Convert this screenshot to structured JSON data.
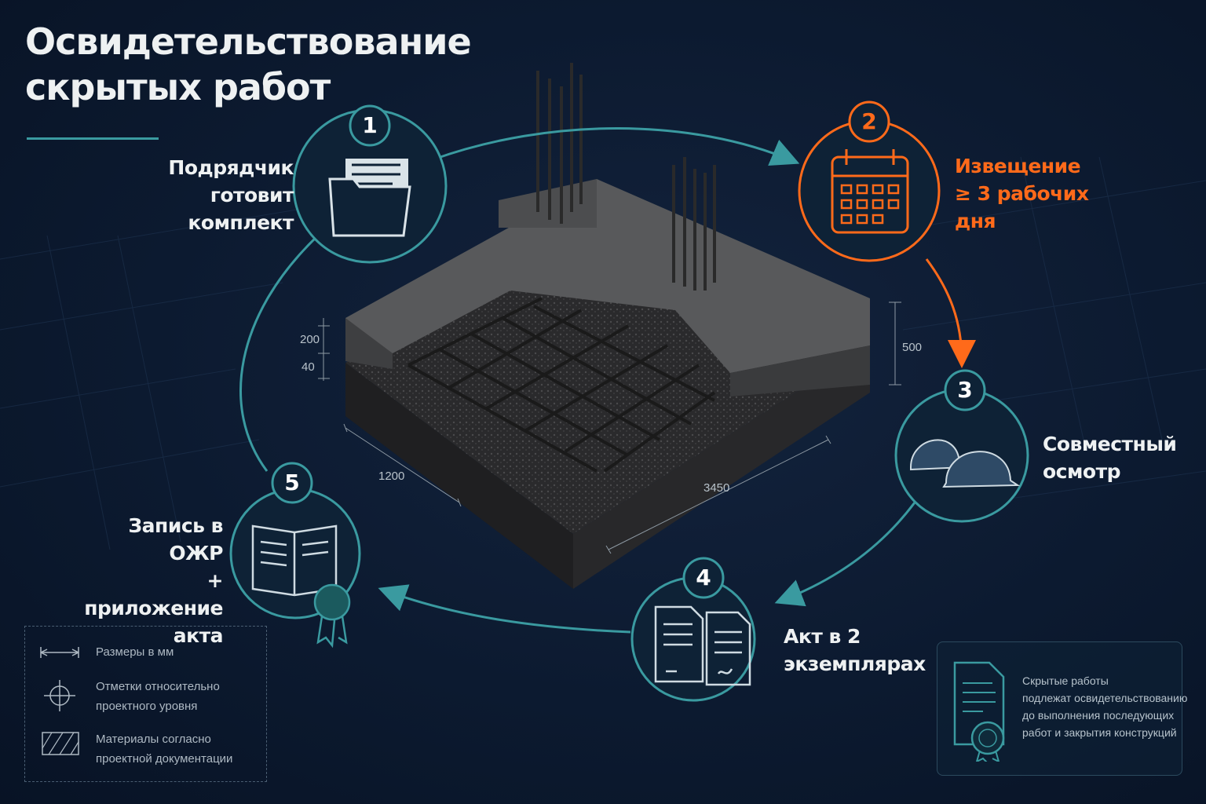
{
  "title": {
    "line1": "Освидетельствование",
    "line2": "скрытых работ"
  },
  "steps": [
    {
      "number": "1",
      "lines": [
        "Подрядчик",
        "готовит",
        "комплект"
      ],
      "icon": "folder-documents-icon"
    },
    {
      "number": "2",
      "lines": [
        "Извещение",
        "≥ 3 рабочих",
        "дня"
      ],
      "icon": "calendar-icon",
      "highlight": "#ff6a1a"
    },
    {
      "number": "3",
      "lines": [
        "Совместный",
        "осмотр"
      ],
      "icon": "hard-hats-icon"
    },
    {
      "number": "4",
      "lines": [
        "Акт в 2",
        "экземплярах"
      ],
      "icon": "two-documents-icon"
    },
    {
      "number": "5",
      "lines": [
        "Запись в ОЖР",
        "+ приложение",
        "акта"
      ],
      "icon": "journal-seal-icon"
    }
  ],
  "dimensions": {
    "d200": "200",
    "d40": "40",
    "d500": "500",
    "d1200": "1200",
    "d3450": "3450"
  },
  "legend": {
    "sizes": "Размеры в мм",
    "marks_line1": "Отметки относительно",
    "marks_line2": "проектного уровня",
    "materials_line1": "Материалы согласно",
    "materials_line2": "проектной документации"
  },
  "note": {
    "line1": "Скрытые работы",
    "line2": "подлежат освидетельствованию",
    "line3": "до выполнения последующих",
    "line4": "работ и закрытия конструкций"
  },
  "colors": {
    "teal": "#3a9aa0",
    "orange": "#ff6a1a",
    "background": "#0c1a30"
  }
}
